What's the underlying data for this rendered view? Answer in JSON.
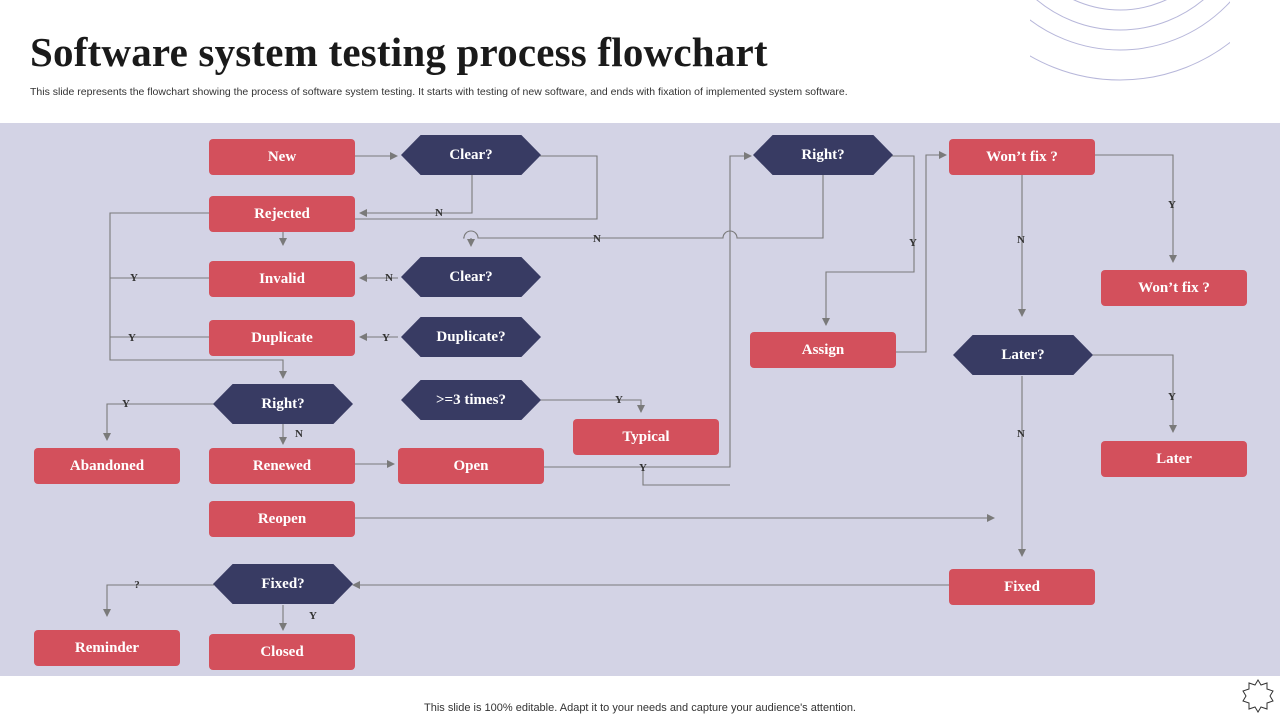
{
  "header": {
    "title": "Software system testing process flowchart",
    "subtitle": "This slide represents the flowchart showing the process of software system testing. It starts with testing of new software, and ends with fixation  of implemented system software."
  },
  "footer": {
    "text": "This slide is 100% editable. Adapt it to your needs and capture your audience's attention."
  },
  "colors": {
    "process": "#d3505c",
    "decision": "#383b63",
    "panel": "#d3d3e5",
    "connector": "#7a7a7a",
    "rings": "#b7b7da"
  },
  "nodes": {
    "new": "New",
    "clear_1": "Clear?",
    "rejected": "Rejected",
    "invalid": "Invalid",
    "clear_2": "Clear?",
    "duplicate": "Duplicate",
    "duplicate_q": "Duplicate?",
    "right_1": "Right?",
    "times_q": ">=3 times?",
    "abandoned": "Abandoned",
    "renewed": "Renewed",
    "open": "Open",
    "typical": "Typical",
    "reopen": "Reopen",
    "fixed_q": "Fixed?",
    "reminder": "Reminder",
    "closed": "Closed",
    "right_2": "Right?",
    "assign": "Assign",
    "wont_fix_q": "Won’t fix ?",
    "wont_fix": "Won’t fix ?",
    "later_q": "Later?",
    "later": "Later",
    "fixed": "Fixed"
  },
  "edge_labels": {
    "clear1_no": "N",
    "main_no": "N",
    "invalid_yes": "Y",
    "duplicate_yes": "Y",
    "clear2_no": "N",
    "duplicate_q_yes": "Y",
    "right1_yes": "Y",
    "right1_no": "N",
    "times_yes": "Y",
    "open_yes": "Y",
    "fixed_unknown": "?",
    "fixed_yes": "Y",
    "right2_yes": "Y",
    "wontfix_no": "N",
    "wontfix_yes": "Y",
    "later_yes": "Y",
    "later_no": "N"
  }
}
